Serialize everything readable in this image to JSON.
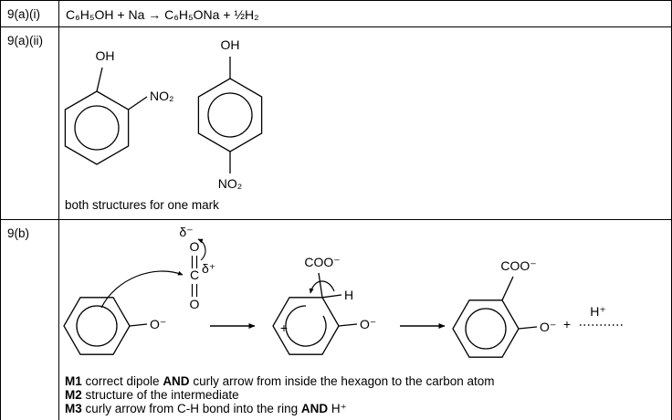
{
  "doc": {
    "q1": {
      "label": "9(a)(i)",
      "equation": "C₆H₅OH + Na → C₆H₅ONa + ½H₂"
    },
    "q2": {
      "label": "9(a)(ii)",
      "structure1": {
        "oh": "OH",
        "no2": "NO₂"
      },
      "structure2": {
        "oh": "OH",
        "no2": "NO₂"
      },
      "note": "both structures for one mark"
    },
    "q3": {
      "label": "9(b)",
      "phenoxide": {
        "o_minus": "O⁻"
      },
      "co2": {
        "delta_minus": "δ⁻",
        "o_top": "O",
        "c_label": "C",
        "delta_plus": "δ⁺",
        "o_bottom": "O"
      },
      "intermediate": {
        "coo": "COO⁻",
        "h": "H",
        "plus": "+",
        "o_minus": "O⁻"
      },
      "product": {
        "coo": "COO⁻",
        "o_minus": "O⁻",
        "plus": "+",
        "h_plus": "H⁺"
      },
      "marks": [
        {
          "b1": "M1",
          "t1": " correct dipole ",
          "b2": "AND",
          "t2": " curly arrow from inside the hexagon to the carbon atom"
        },
        {
          "b1": "M2",
          "t1": " structure of the intermediate",
          "b2": "",
          "t2": ""
        },
        {
          "b1": "M3",
          "t1": " curly arrow from C-H bond into the ring ",
          "b2": "AND",
          "t2": " H⁺"
        }
      ]
    }
  }
}
